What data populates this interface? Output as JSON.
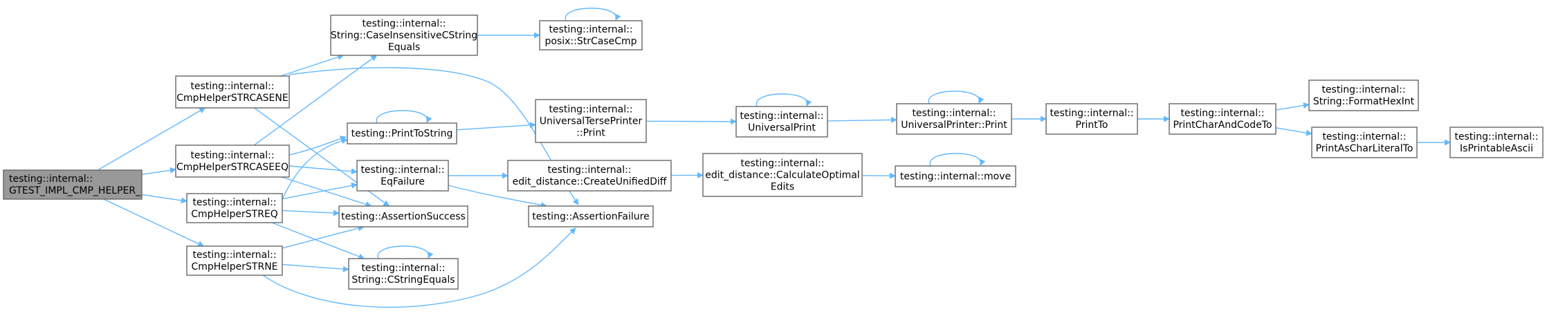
{
  "diagram": {
    "type": "call-graph",
    "colors": {
      "edge": "#63b8ff",
      "node_border": "#666666",
      "node_fill": "#ffffff",
      "root_fill": "#999999"
    },
    "nodes": [
      {
        "id": "root",
        "lines": [
          "testing::internal::",
          "GTEST_IMPL_CMP_HELPER_"
        ],
        "root": true
      },
      {
        "id": "strcasene",
        "lines": [
          "testing::internal::",
          "CmpHelperSTRCASENE"
        ]
      },
      {
        "id": "strcaseeq",
        "lines": [
          "testing::internal::",
          "CmpHelperSTRCASEEQ"
        ]
      },
      {
        "id": "streq",
        "lines": [
          "testing::internal::",
          "CmpHelperSTREQ"
        ]
      },
      {
        "id": "strne",
        "lines": [
          "testing::internal::",
          "CmpHelperSTRNE"
        ]
      },
      {
        "id": "caseins",
        "lines": [
          "testing::internal::",
          "String::CaseInsensitiveCString",
          "Equals"
        ]
      },
      {
        "id": "strcasecmp",
        "lines": [
          "testing::internal::",
          "posix::StrCaseCmp"
        ]
      },
      {
        "id": "printtostr",
        "lines": [
          "testing::PrintToString"
        ]
      },
      {
        "id": "eqfailure",
        "lines": [
          "testing::internal::",
          "EqFailure"
        ]
      },
      {
        "id": "asuccess",
        "lines": [
          "testing::AssertionSuccess"
        ]
      },
      {
        "id": "cstreq",
        "lines": [
          "testing::internal::",
          "String::CStringEquals"
        ]
      },
      {
        "id": "terse",
        "lines": [
          "testing::internal::",
          "UniversalTersePrinter",
          "::Print"
        ]
      },
      {
        "id": "unidiff",
        "lines": [
          "testing::internal::",
          "edit_distance::CreateUnifiedDiff"
        ]
      },
      {
        "id": "afailure",
        "lines": [
          "testing::AssertionFailure"
        ]
      },
      {
        "id": "uprint",
        "lines": [
          "testing::internal::",
          "UniversalPrint"
        ]
      },
      {
        "id": "calcedits",
        "lines": [
          "testing::internal::",
          "edit_distance::CalculateOptimal",
          "Edits"
        ]
      },
      {
        "id": "uprinterp",
        "lines": [
          "testing::internal::",
          "UniversalPrinter::Print"
        ]
      },
      {
        "id": "move",
        "lines": [
          "testing::internal::move"
        ]
      },
      {
        "id": "printto",
        "lines": [
          "testing::internal::",
          "PrintTo"
        ]
      },
      {
        "id": "pcharcode",
        "lines": [
          "testing::internal::",
          "PrintCharAndCodeTo"
        ]
      },
      {
        "id": "fmthex",
        "lines": [
          "testing::internal::",
          "String::FormatHexInt"
        ]
      },
      {
        "id": "pcharlit",
        "lines": [
          "testing::internal::",
          "PrintAsCharLiteralTo"
        ]
      },
      {
        "id": "isprint",
        "lines": [
          "testing::internal::",
          "IsPrintableAscii"
        ]
      }
    ],
    "edges": [
      {
        "from": "root",
        "to": "strcasene"
      },
      {
        "from": "root",
        "to": "strcaseeq"
      },
      {
        "from": "root",
        "to": "streq"
      },
      {
        "from": "root",
        "to": "strne"
      },
      {
        "from": "strcasene",
        "to": "caseins"
      },
      {
        "from": "strcasene",
        "to": "afailure"
      },
      {
        "from": "strcasene",
        "to": "asuccess"
      },
      {
        "from": "strcaseeq",
        "to": "caseins"
      },
      {
        "from": "strcaseeq",
        "to": "printtostr"
      },
      {
        "from": "strcaseeq",
        "to": "eqfailure"
      },
      {
        "from": "strcaseeq",
        "to": "asuccess"
      },
      {
        "from": "streq",
        "to": "printtostr"
      },
      {
        "from": "streq",
        "to": "eqfailure"
      },
      {
        "from": "streq",
        "to": "asuccess"
      },
      {
        "from": "streq",
        "to": "cstreq"
      },
      {
        "from": "strne",
        "to": "asuccess"
      },
      {
        "from": "strne",
        "to": "cstreq"
      },
      {
        "from": "strne",
        "to": "afailure"
      },
      {
        "from": "caseins",
        "to": "strcasecmp"
      },
      {
        "from": "strcasecmp",
        "to": "strcasecmp"
      },
      {
        "from": "printtostr",
        "to": "printtostr"
      },
      {
        "from": "printtostr",
        "to": "terse"
      },
      {
        "from": "eqfailure",
        "to": "unidiff"
      },
      {
        "from": "eqfailure",
        "to": "afailure"
      },
      {
        "from": "cstreq",
        "to": "cstreq"
      },
      {
        "from": "terse",
        "to": "uprint"
      },
      {
        "from": "unidiff",
        "to": "calcedits"
      },
      {
        "from": "uprint",
        "to": "uprint"
      },
      {
        "from": "uprint",
        "to": "uprinterp"
      },
      {
        "from": "calcedits",
        "to": "move"
      },
      {
        "from": "uprinterp",
        "to": "uprinterp"
      },
      {
        "from": "uprinterp",
        "to": "printto"
      },
      {
        "from": "move",
        "to": "move"
      },
      {
        "from": "printto",
        "to": "pcharcode"
      },
      {
        "from": "pcharcode",
        "to": "fmthex"
      },
      {
        "from": "pcharcode",
        "to": "pcharlit"
      },
      {
        "from": "pcharlit",
        "to": "isprint"
      }
    ]
  }
}
